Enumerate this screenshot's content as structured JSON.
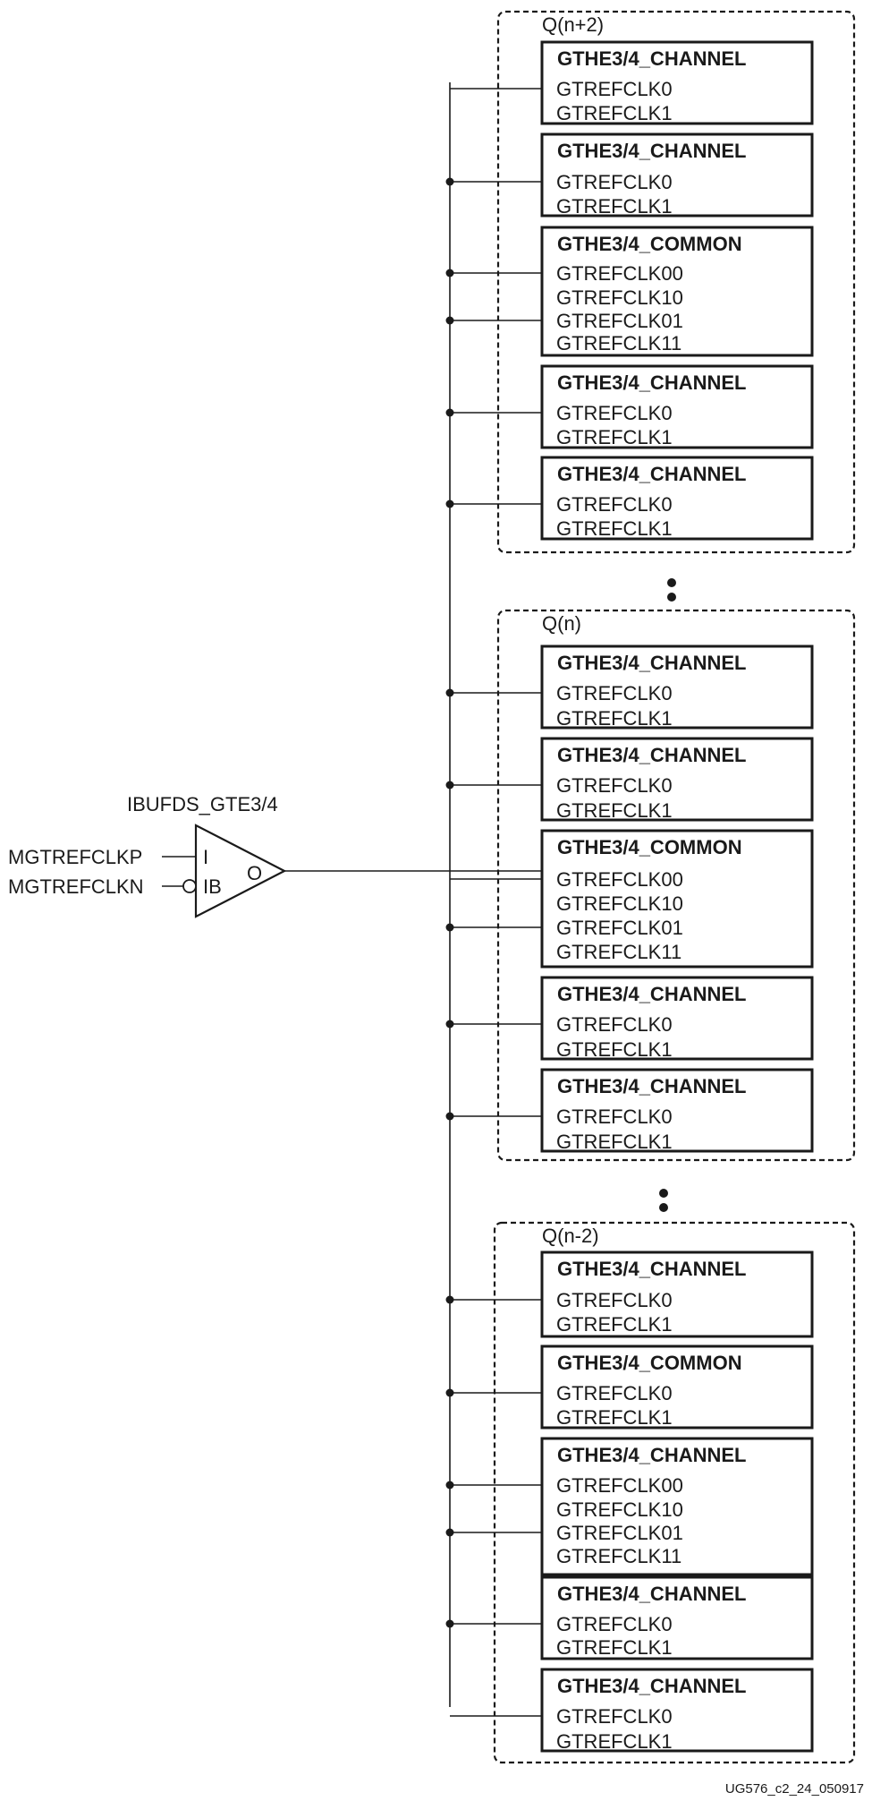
{
  "buffer": {
    "name": "IBUFDS_GTE3/4",
    "inputs": [
      "MGTREFCLKP",
      "MGTREFCLKN"
    ],
    "pins": {
      "i": "I",
      "ib": "IB",
      "o": "O"
    }
  },
  "quads": [
    {
      "label": "Q(n+2)",
      "blocks": [
        {
          "title": "GTHE3/4_CHANNEL",
          "pins": [
            "GTREFCLK0",
            "GTREFCLK1"
          ]
        },
        {
          "title": "GTHE3/4_CHANNEL",
          "pins": [
            "GTREFCLK0",
            "GTREFCLK1"
          ]
        },
        {
          "title": "GTHE3/4_COMMON",
          "pins": [
            "GTREFCLK00",
            "GTREFCLK10",
            "GTREFCLK01",
            "GTREFCLK11"
          ]
        },
        {
          "title": "GTHE3/4_CHANNEL",
          "pins": [
            "GTREFCLK0",
            "GTREFCLK1"
          ]
        },
        {
          "title": "GTHE3/4_CHANNEL",
          "pins": [
            "GTREFCLK0",
            "GTREFCLK1"
          ]
        }
      ]
    },
    {
      "label": "Q(n)",
      "blocks": [
        {
          "title": "GTHE3/4_CHANNEL",
          "pins": [
            "GTREFCLK0",
            "GTREFCLK1"
          ]
        },
        {
          "title": "GTHE3/4_CHANNEL",
          "pins": [
            "GTREFCLK0",
            "GTREFCLK1"
          ]
        },
        {
          "title": "GTHE3/4_COMMON",
          "pins": [
            "GTREFCLK00",
            "GTREFCLK10",
            "GTREFCLK01",
            "GTREFCLK11"
          ]
        },
        {
          "title": "GTHE3/4_CHANNEL",
          "pins": [
            "GTREFCLK0",
            "GTREFCLK1"
          ]
        },
        {
          "title": "GTHE3/4_CHANNEL",
          "pins": [
            "GTREFCLK0",
            "GTREFCLK1"
          ]
        }
      ]
    },
    {
      "label": "Q(n-2)",
      "blocks": [
        {
          "title": "GTHE3/4_CHANNEL",
          "pins": [
            "GTREFCLK0",
            "GTREFCLK1"
          ]
        },
        {
          "title": "GTHE3/4_COMMON",
          "pins": [
            "GTREFCLK0",
            "GTREFCLK1"
          ]
        },
        {
          "title": "GTHE3/4_CHANNEL",
          "pins": [
            "GTREFCLK00",
            "GTREFCLK10",
            "GTREFCLK01",
            "GTREFCLK11"
          ]
        },
        {
          "title": "GTHE3/4_CHANNEL",
          "pins": [
            "GTREFCLK0",
            "GTREFCLK1"
          ]
        },
        {
          "title": "GTHE3/4_CHANNEL",
          "pins": [
            "GTREFCLK0",
            "GTREFCLK1"
          ]
        }
      ]
    }
  ],
  "figure_id": "UG576_c2_24_050917"
}
